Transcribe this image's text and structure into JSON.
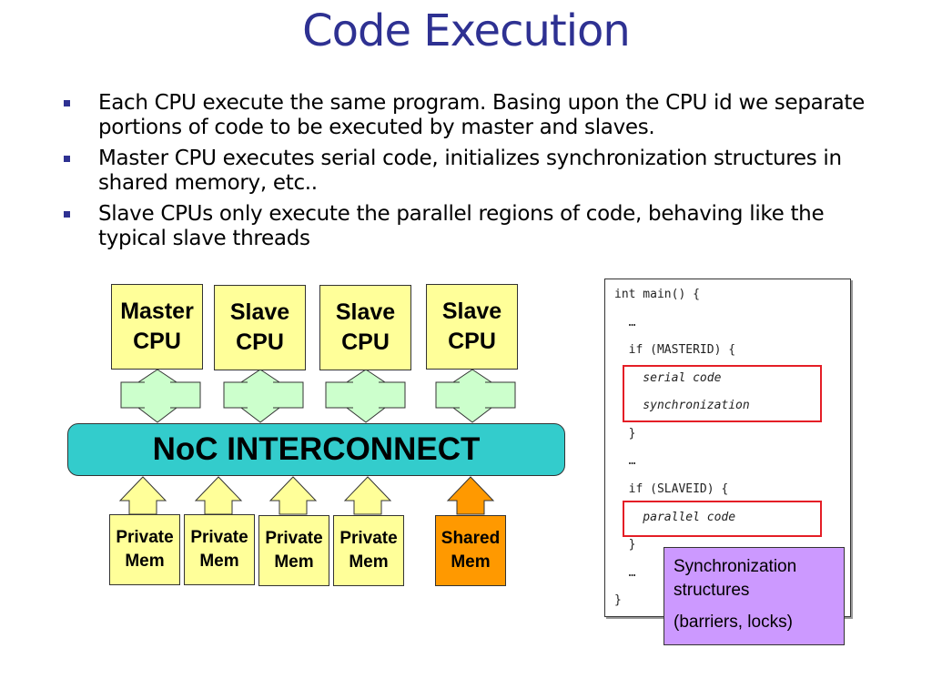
{
  "title": "Code Execution",
  "bullets": [
    "Each CPU execute the same program. Basing upon the CPU id we separate portions of code to be executed by master and slaves.",
    "Master CPU executes serial code, initializes synchronization structures in shared memory, etc..",
    "Slave CPUs only execute the parallel regions of code, behaving like the typical slave threads"
  ],
  "diagram": {
    "cpus": [
      "Master\nCPU",
      "Slave\nCPU",
      "Slave\nCPU",
      "Slave\nCPU"
    ],
    "interconnect": "NoC INTERCONNECT",
    "memories": [
      "Private\nMem",
      "Private\nMem",
      "Private\nMem",
      "Private\nMem",
      "Shared\nMem"
    ]
  },
  "code": [
    "int main() {",
    "  …",
    "  if (MASTERID) {",
    "    serial code",
    "    synchronization",
    "  }",
    "  …",
    "  if (SLAVEID) {",
    "    parallel code",
    "  }",
    "  …",
    "}"
  ],
  "callout": {
    "line1": "Synchronization structures",
    "line2": "(barriers, locks)"
  },
  "colors": {
    "title": "#2e3192",
    "cpu_fill": "#ffff99",
    "arrow_fill": "#ccffcc",
    "noc_fill": "#33cccc",
    "mem_arrow_fill": "#ffff99",
    "shared_fill": "#ff9900",
    "callout_fill": "#cc99ff",
    "highlight_border": "#e41e26"
  }
}
